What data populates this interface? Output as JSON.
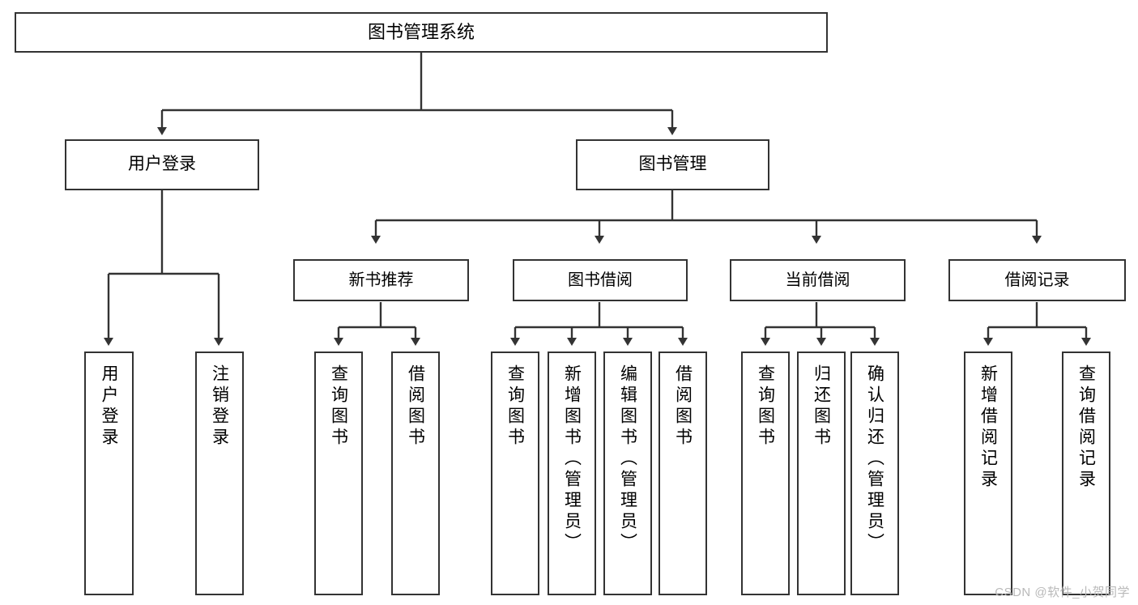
{
  "diagram": {
    "title": "图书管理系统",
    "type": "tree",
    "colors": {
      "border": "#333333",
      "fill": "#ffffff",
      "text": "#000000",
      "watermark": "#b9b9b9"
    },
    "root": {
      "label": "图书管理系统"
    },
    "tier1": [
      {
        "label": "用户登录"
      },
      {
        "label": "图书管理"
      }
    ],
    "tier2": [
      {
        "label": "新书推荐"
      },
      {
        "label": "图书借阅"
      },
      {
        "label": "当前借阅"
      },
      {
        "label": "借阅记录"
      }
    ],
    "leaves": [
      {
        "label": "用户登录",
        "parent": "用户登录"
      },
      {
        "label": "注销登录",
        "parent": "用户登录"
      },
      {
        "label": "查询图书",
        "parent": "新书推荐"
      },
      {
        "label": "借阅图书",
        "parent": "新书推荐"
      },
      {
        "label": "查询图书",
        "parent": "图书借阅"
      },
      {
        "label": "新增图书（管理员）",
        "parent": "图书借阅"
      },
      {
        "label": "编辑图书（管理员）",
        "parent": "图书借阅"
      },
      {
        "label": "借阅图书",
        "parent": "图书借阅"
      },
      {
        "label": "查询图书",
        "parent": "当前借阅"
      },
      {
        "label": "归还图书",
        "parent": "当前借阅"
      },
      {
        "label": "确认归还（管理员）",
        "parent": "当前借阅"
      },
      {
        "label": "新增借阅记录",
        "parent": "借阅记录"
      },
      {
        "label": "查询借阅记录",
        "parent": "借阅记录"
      }
    ]
  },
  "watermark": {
    "text": "CSDN @软件_小贺同学"
  }
}
